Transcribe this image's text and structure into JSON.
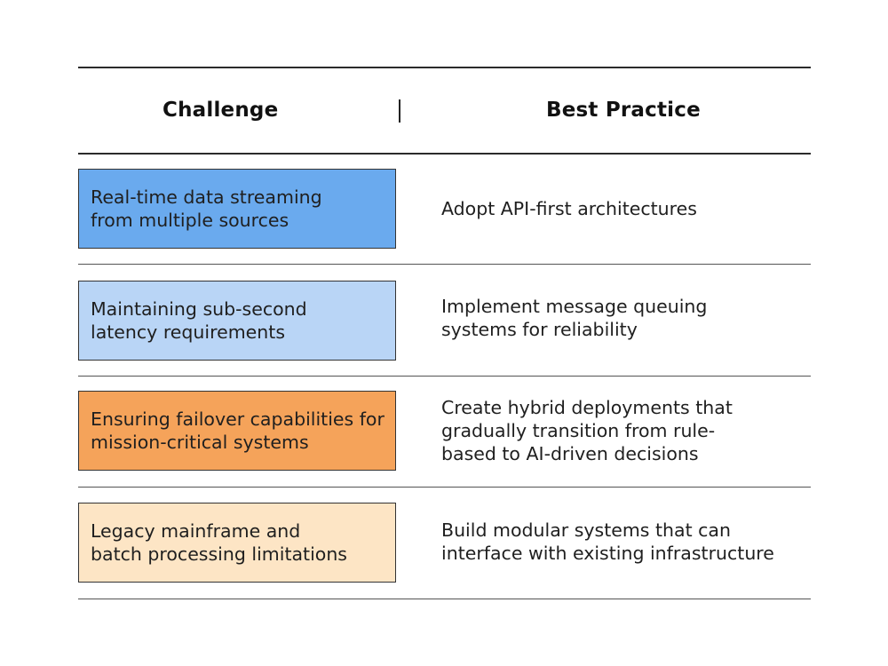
{
  "header": {
    "challenge_label": "Challenge",
    "practice_label": "Best Practice"
  },
  "colors": {
    "row1_box": "#6aaaee",
    "row2_box": "#b9d5f6",
    "row3_box": "#f5a35a",
    "row4_box": "#fde5c5"
  },
  "rows": [
    {
      "challenge": "Real-time data streaming\nfrom multiple sources",
      "practice": "Adopt API-first architectures"
    },
    {
      "challenge": "Maintaining sub-second\nlatency requirements",
      "practice": "Implement message queuing\nsystems for reliability"
    },
    {
      "challenge": "Ensuring failover capabilities for\nmission-critical systems",
      "practice": "Create hybrid deployments that\ngradually transition from rule-\nbased to AI-driven decisions"
    },
    {
      "challenge": "Legacy mainframe and\nbatch processing limitations",
      "practice": "Build modular systems that can\ninterface with existing infrastructure"
    }
  ]
}
